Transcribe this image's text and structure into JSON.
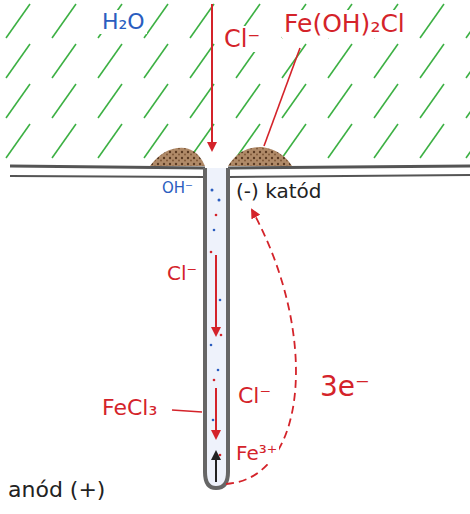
{
  "diagram": {
    "labels": [
      "H₂O",
      "Cl⁻",
      "Fe(OH)₂Cl",
      "OH⁻",
      "(-) katód",
      "Cl⁻",
      "FeCl₃",
      "Cl⁻",
      "3e⁻",
      "Fe³⁺",
      "anód (+)"
    ]
  }
}
